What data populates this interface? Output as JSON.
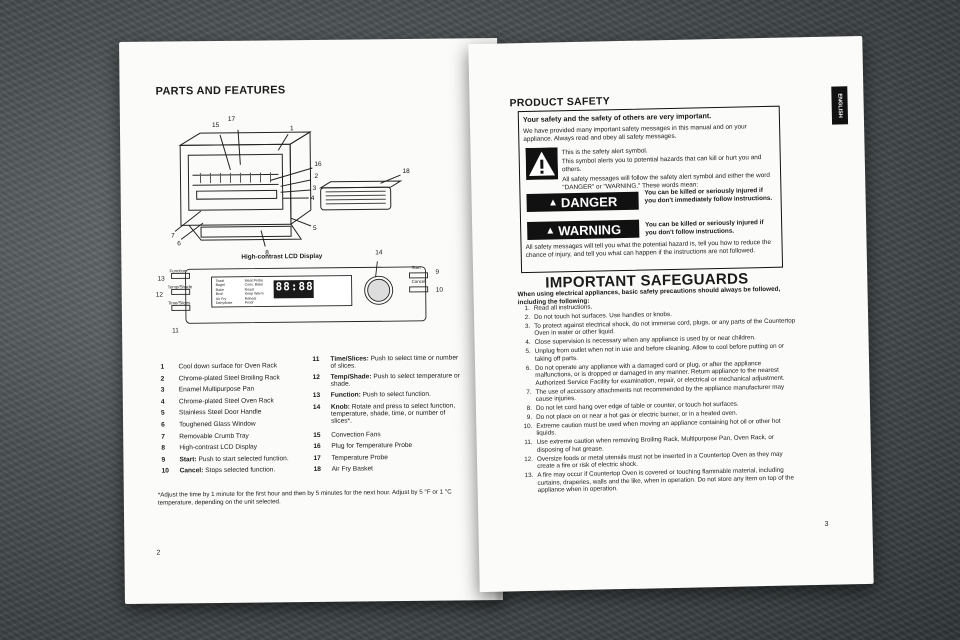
{
  "left_page": {
    "heading": "PARTS AND FEATURES",
    "display_caption": "High-contrast LCD Display",
    "callouts": [
      "15",
      "17",
      "1",
      "16",
      "2",
      "3",
      "4",
      "5",
      "6",
      "7",
      "8",
      "18",
      "14",
      "13",
      "12",
      "11",
      "9",
      "10"
    ],
    "panel_buttons": {
      "function": "Function",
      "temp": "Temp/Shade",
      "time": "Time/Slices",
      "start": "Start",
      "cancel": "Cancel"
    },
    "lcd_segments": [
      "Toast",
      "Bagel",
      "Bake",
      "Broil",
      "Air Fry",
      "Dehydrate",
      "Meat Probe",
      "Conv. Bake",
      "Roast",
      "Keep Warm",
      "Reheat",
      "Proof"
    ],
    "lcd_digits": "88:88",
    "parts": [
      {
        "num": "1",
        "text": "Cool down surface for Oven Rack"
      },
      {
        "num": "2",
        "text": "Chrome-plated Steel Broiling Rack"
      },
      {
        "num": "3",
        "text": "Enamel Multipurpose Pan"
      },
      {
        "num": "4",
        "text": "Chrome-plated Steel Oven Rack"
      },
      {
        "num": "5",
        "text": "Stainless Steel Door Handle"
      },
      {
        "num": "6",
        "text": "Toughened Glass Window"
      },
      {
        "num": "7",
        "text": "Removable Crumb Tray"
      },
      {
        "num": "8",
        "text": "High-contrast LCD Display"
      },
      {
        "num": "9",
        "bold": "Start:",
        "text": " Push to start selected function."
      },
      {
        "num": "10",
        "bold": "Cancel:",
        "text": " Stops selected function."
      }
    ],
    "parts2": [
      {
        "num": "11",
        "bold": "Time/Slices:",
        "text": " Push to select time or number of slices."
      },
      {
        "num": "12",
        "bold": "Temp/Shade:",
        "text": " Push to select temperature or shade."
      },
      {
        "num": "13",
        "bold": "Function:",
        "text": " Push to select function."
      },
      {
        "num": "14",
        "bold": "Knob:",
        "text": " Rotate and press to select function, temperature, shade, time, or number of slices*."
      },
      {
        "num": "15",
        "text": "Convection Fans"
      },
      {
        "num": "16",
        "text": "Plug for Temperature Probe"
      },
      {
        "num": "17",
        "text": "Temperature Probe"
      },
      {
        "num": "18",
        "text": "Air Fry Basket"
      }
    ],
    "footnote": "*Adjust the time by 1 minute for the first hour and then by 5 minutes for the next hour. Adjust by 5 °F or 1 °C temperature, depending on the unit selected.",
    "page_number": "2"
  },
  "right_page": {
    "heading": "PRODUCT SAFETY",
    "language_tab": "ENGLISH",
    "box_title": "Your safety and the safety of others are very important.",
    "box_intro": "We have provided many important safety messages in this manual and on your appliance. Always read and obey all safety messages.",
    "alert_line1": "This is the safety alert symbol.",
    "alert_line2": "This symbol alerts you to potential hazards that can kill or hurt you and others.",
    "alert_line3": "All safety messages will follow the safety alert symbol and either the word \"DANGER\" or \"WARNING.\" These words mean:",
    "danger_label": "DANGER",
    "danger_text": "You can be killed or seriously injured if you don't immediately follow instructions.",
    "warning_label": "WARNING",
    "warning_text": "You can be killed or seriously injured if you don't follow instructions.",
    "box_footer": "All safety messages will tell you what the potential hazard is, tell you how to reduce the chance of injury, and tell you what can happen if the instructions are not followed.",
    "safeguards_title": "IMPORTANT SAFEGUARDS",
    "safeguards_intro": "When using electrical appliances, basic safety precautions should always be followed, including the following:",
    "rules": [
      "Read all instructions.",
      "Do not touch hot surfaces. Use handles or knobs.",
      "To protect against electrical shock, do not immerse cord, plugs, or any parts of the Countertop Oven in water or other liquid.",
      "Close supervision is necessary when any appliance is used by or near children.",
      "Unplug from outlet when not in use and before cleaning. Allow to cool before putting on or taking off parts.",
      "Do not operate any appliance with a damaged cord or plug, or after the appliance malfunctions, or is dropped or damaged in any manner. Return appliance to the nearest Authorized Service Facility for examination, repair, or electrical or mechanical adjustment.",
      "The use of accessory attachments not recommended by the appliance manufacturer may cause injuries.",
      "Do not let cord hang over edge of table or counter, or touch hot surfaces.",
      "Do not place on or near a hot gas or electric burner, or in a heated oven.",
      "Extreme caution must be used when moving an appliance containing hot oil or other hot liquids.",
      "Use extreme caution when removing Broiling Rack, Multipurpose Pan, Oven Rack, or disposing of hot grease.",
      "Oversize foods or metal utensils must not be inserted in a Countertop Oven as they may create a fire or risk of electric shock.",
      "A fire may occur if Countertop Oven is covered or touching flammable material, including curtains, draperies, walls and the like, when in operation. Do not store any item on top of the appliance when in operation."
    ],
    "page_number": "3"
  }
}
